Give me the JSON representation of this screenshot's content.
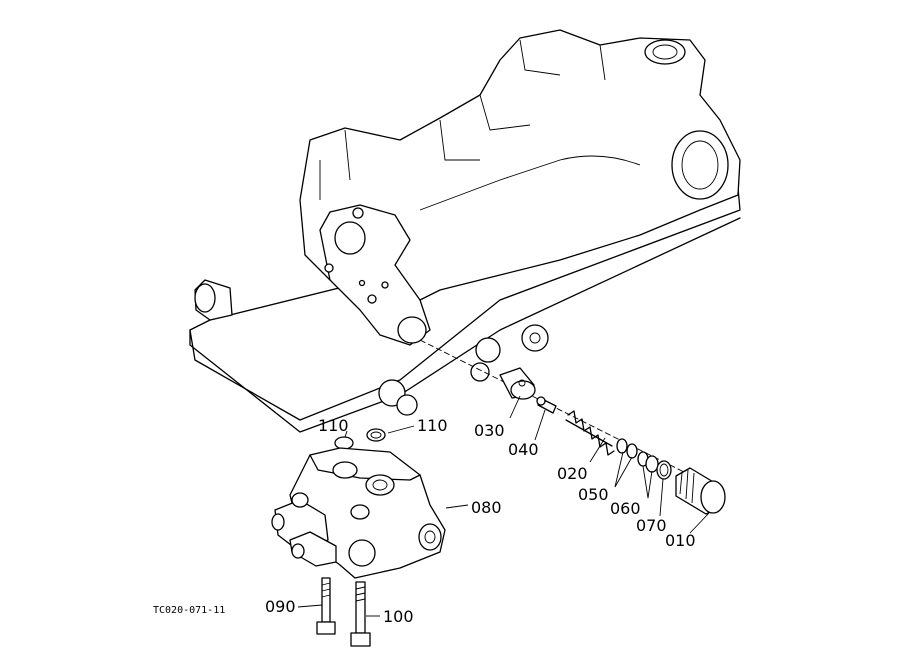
{
  "diagram_code": "TC020-071-11",
  "labels": {
    "p010": "010",
    "p020": "020",
    "p030": "030",
    "p040": "040",
    "p050": "050",
    "p060": "060",
    "p070": "070",
    "p080": "080",
    "p090": "090",
    "p100": "100",
    "p110a": "110",
    "p110b": "110"
  }
}
